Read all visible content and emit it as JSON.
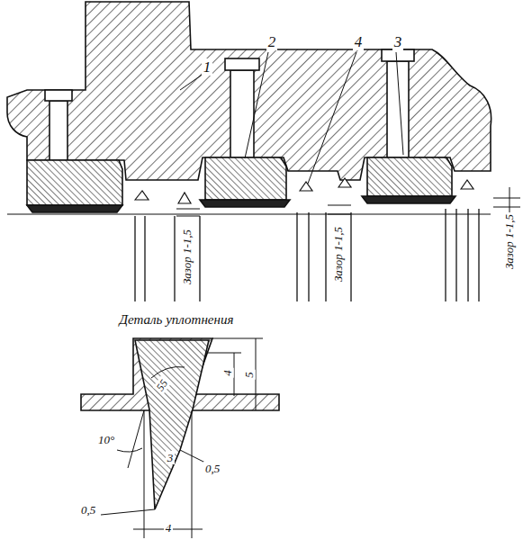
{
  "diagram": {
    "labels": [
      "1",
      "2",
      "4",
      "3",
      "Зазор 1-1,5",
      "Зазор 1-1,5",
      "Зазор 1-1,5",
      "Деталь уплотнения",
      "55",
      "4",
      "5",
      "10°",
      "3",
      "0,5",
      "0,5",
      "4"
    ]
  }
}
